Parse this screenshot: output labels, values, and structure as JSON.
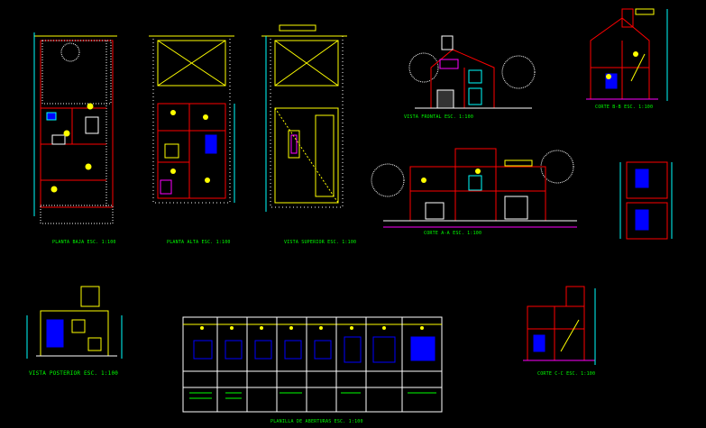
{
  "drawing": {
    "background": "#000000",
    "colors": {
      "wall": "#ff0000",
      "line": "#ffff00",
      "dim": "#00ffff",
      "text": "#00ff00",
      "tree": "#ffffff",
      "fill": "#0000ff",
      "mag": "#ff00ff",
      "orange": "#ff8000"
    },
    "labels": {
      "planta_baja": "PLANTA BAJA ESC. 1:100",
      "planta_alta": "PLANTA ALTA ESC. 1:100",
      "vista_superior": "VISTA SUPERIOR ESC. 1:100",
      "vista_frontal": "VISTA FRONTAL ESC. 1:100",
      "corte_bb": "CORTE B-B ESC. 1:100",
      "corte_aa": "CORTE A-A ESC. 1:100",
      "corte_cc": "CORTE C-C ESC. 1:100",
      "vista_posterior": "VISTA POSTERIOR ESC. 1:100",
      "planilla": "PLANILLA DE ABERTURAS ESC. 1:100"
    }
  }
}
